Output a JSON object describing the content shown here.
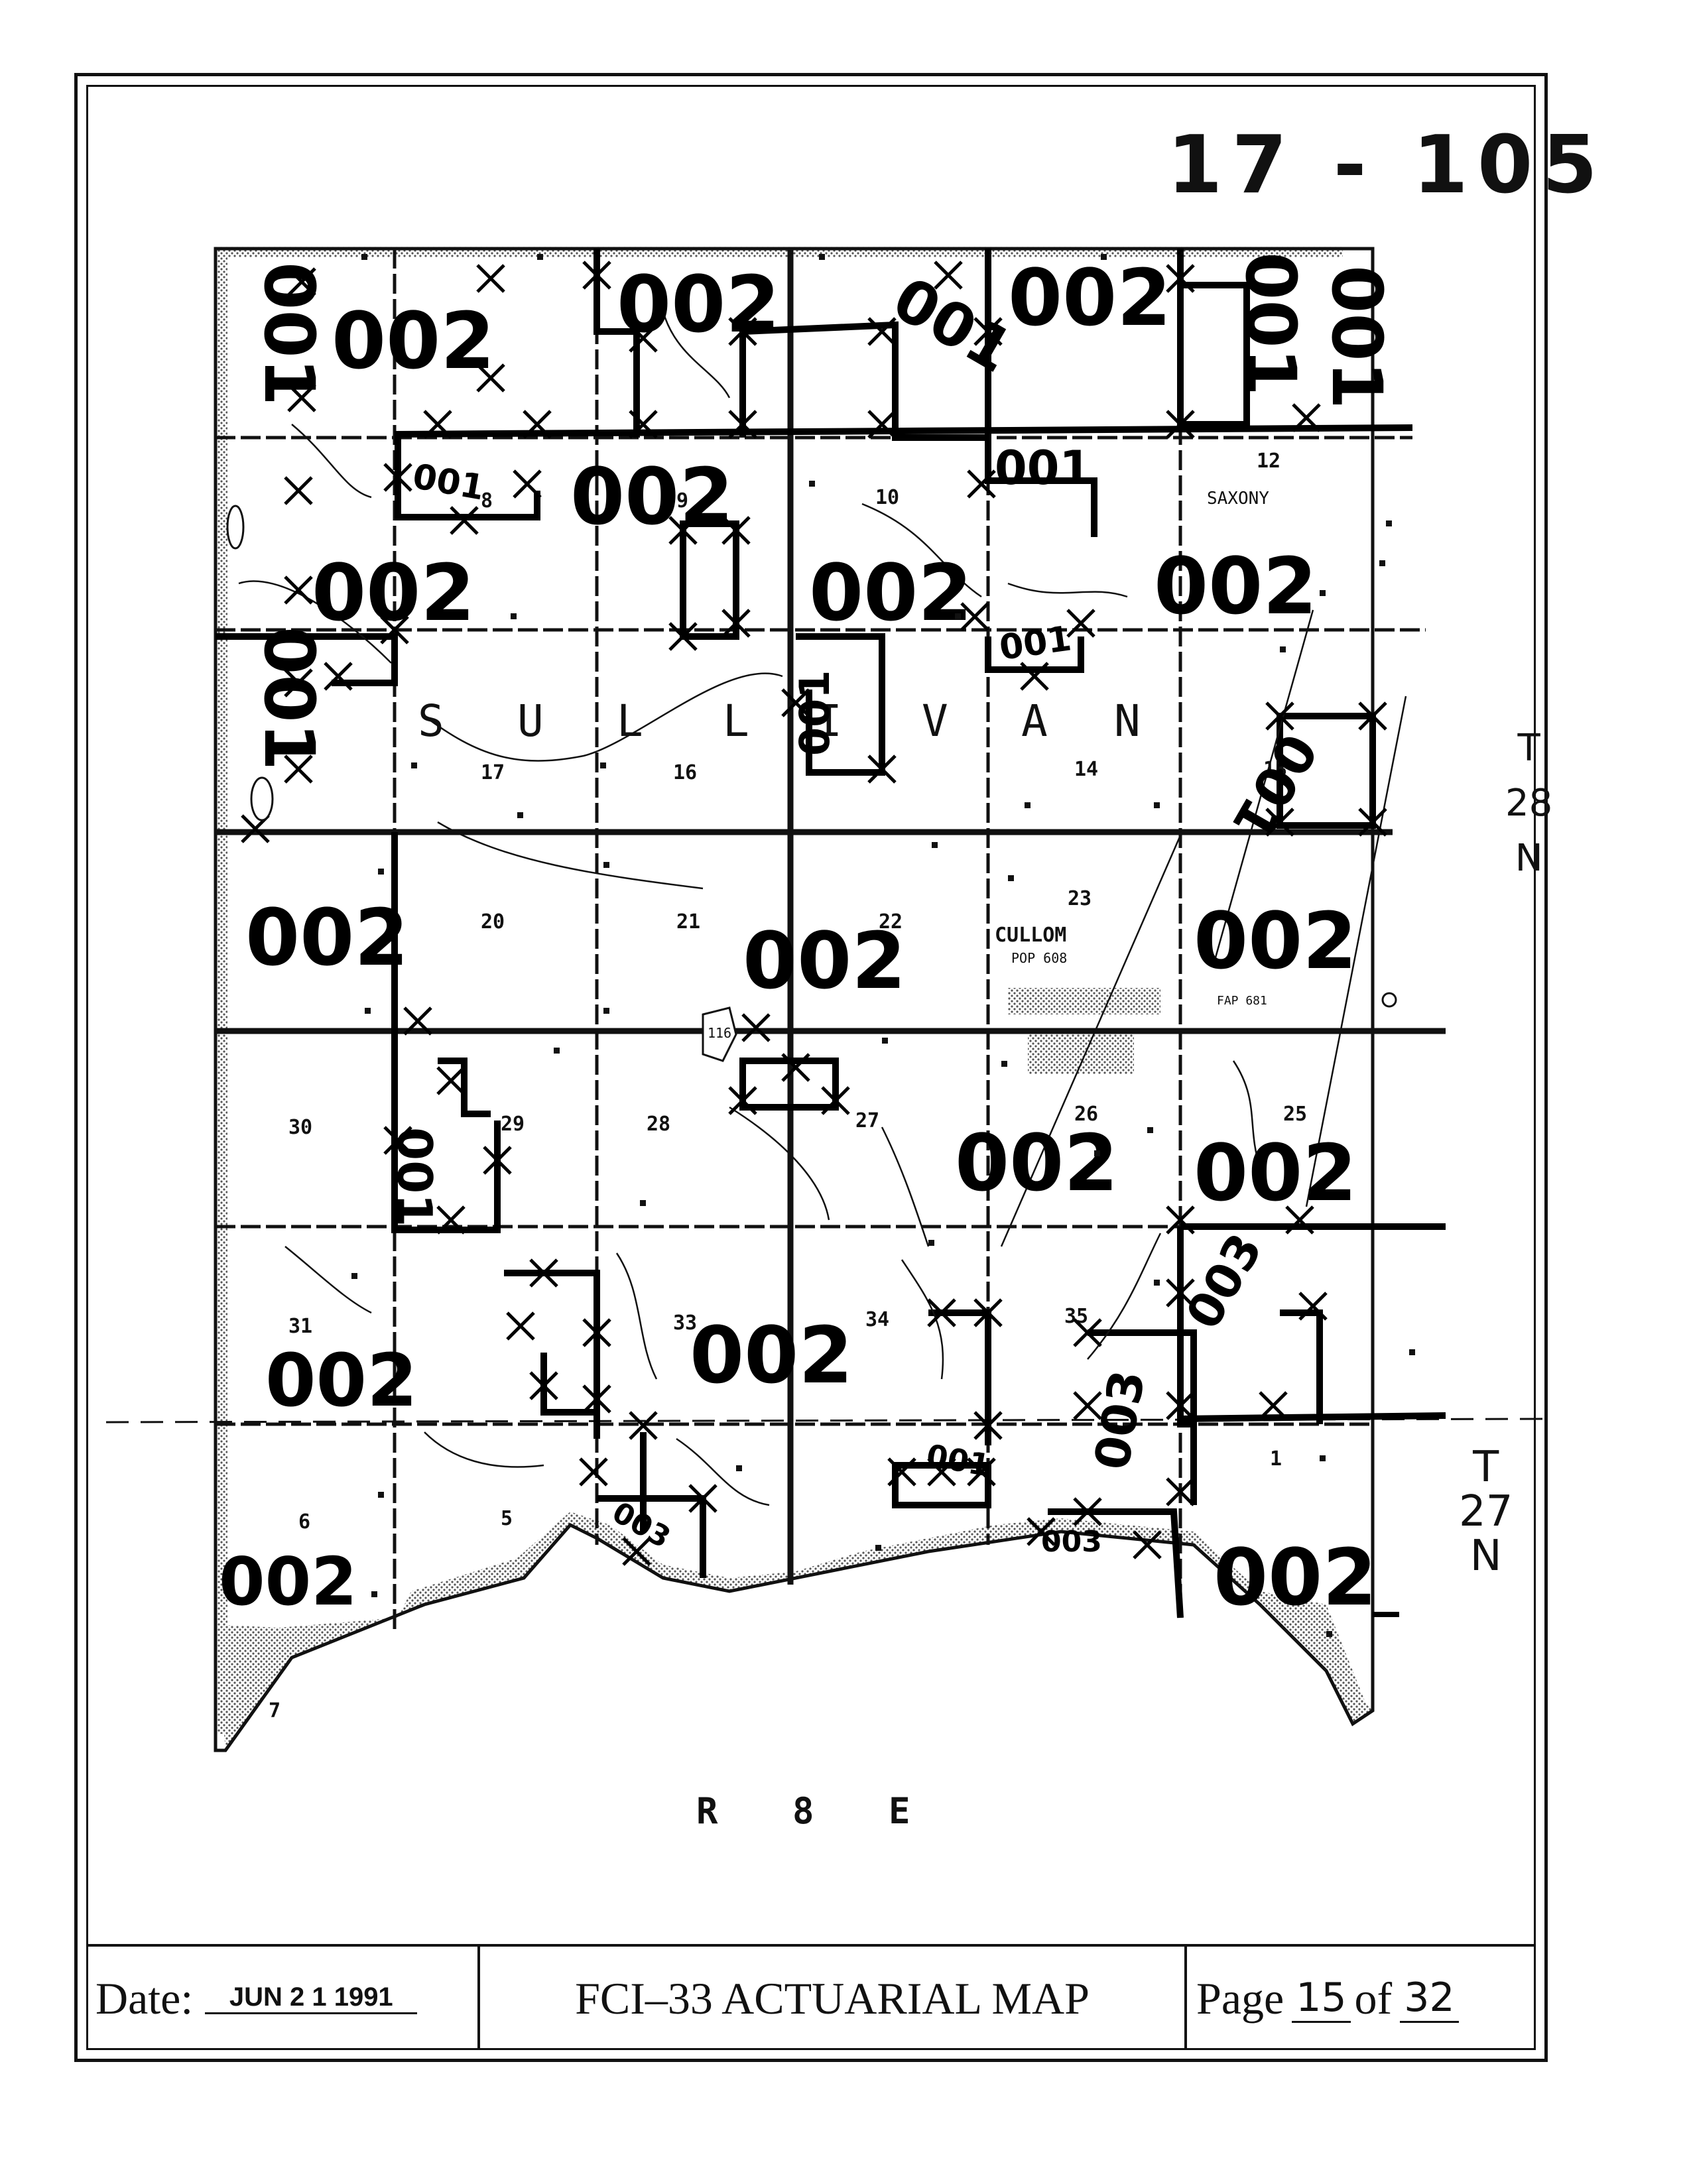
{
  "map_id": "17 - 105",
  "township_north": {
    "t": "T",
    "num": "28",
    "n": "N"
  },
  "township_south": {
    "t": "T",
    "num": "27",
    "n": "N"
  },
  "range_label": "R 8 E",
  "township_name": [
    "S",
    "U",
    "L",
    "L",
    "I",
    "V",
    "A",
    "N"
  ],
  "towns": {
    "cullom": "CULLOM",
    "cullom_pop": "POP 608",
    "saxony": "SAXONY",
    "route_116": "116",
    "fap": "FAP 681"
  },
  "sections": [
    "10",
    "12",
    "14",
    "13",
    "16",
    "17",
    "20",
    "21",
    "22",
    "23",
    "26",
    "27",
    "25",
    "28",
    "29",
    "30",
    "31",
    "33",
    "34",
    "35",
    "5",
    "6",
    "7",
    "1",
    "8",
    "9"
  ],
  "codes": {
    "c001": "001",
    "c002": "002",
    "c003": "003"
  },
  "footer": {
    "date_label": "Date:",
    "date_value": "JUN 2 1 1991",
    "title": "FCI–33 ACTUARIAL MAP",
    "page_label": "Page",
    "page_num": "15",
    "of_label": "of",
    "page_total": "32"
  }
}
